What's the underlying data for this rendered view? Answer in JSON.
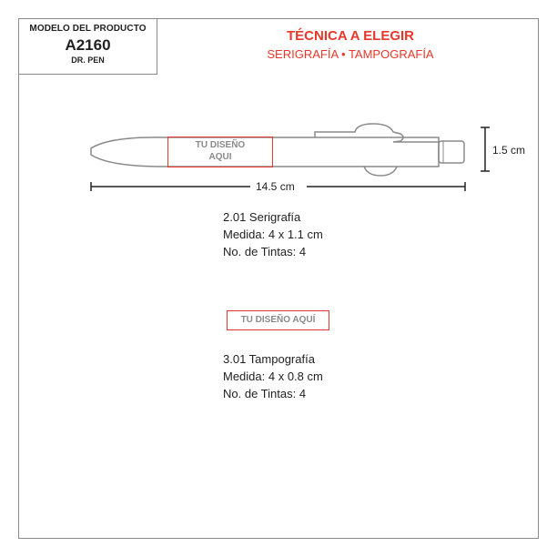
{
  "model": {
    "label": "MODELO DEL PRODUCTO",
    "code": "A2160",
    "name": "DR. PEN"
  },
  "technique": {
    "title": "TÉCNICA A ELEGIR",
    "subtitle": "SERIGRAFÍA • TAMPOGRAFÍA"
  },
  "dimensions": {
    "length": "14.5 cm",
    "height": "1.5 cm"
  },
  "design_area_1": {
    "line1": "TU DISEÑO",
    "line2": "AQUI"
  },
  "design_area_2": {
    "label": "TU DISEÑO AQUÍ"
  },
  "spec_serigrafia": {
    "title": "2.01 Serigrafía",
    "size": "Medida: 4 x 1.1 cm",
    "inks": "No. de Tintas: 4"
  },
  "spec_tampografia": {
    "title": "3.01 Tampografía",
    "size": "Medida: 4 x 0.8 cm",
    "inks": "No. de Tintas: 4"
  },
  "colors": {
    "accent": "#e8372b",
    "outline": "#8a8a8a"
  }
}
